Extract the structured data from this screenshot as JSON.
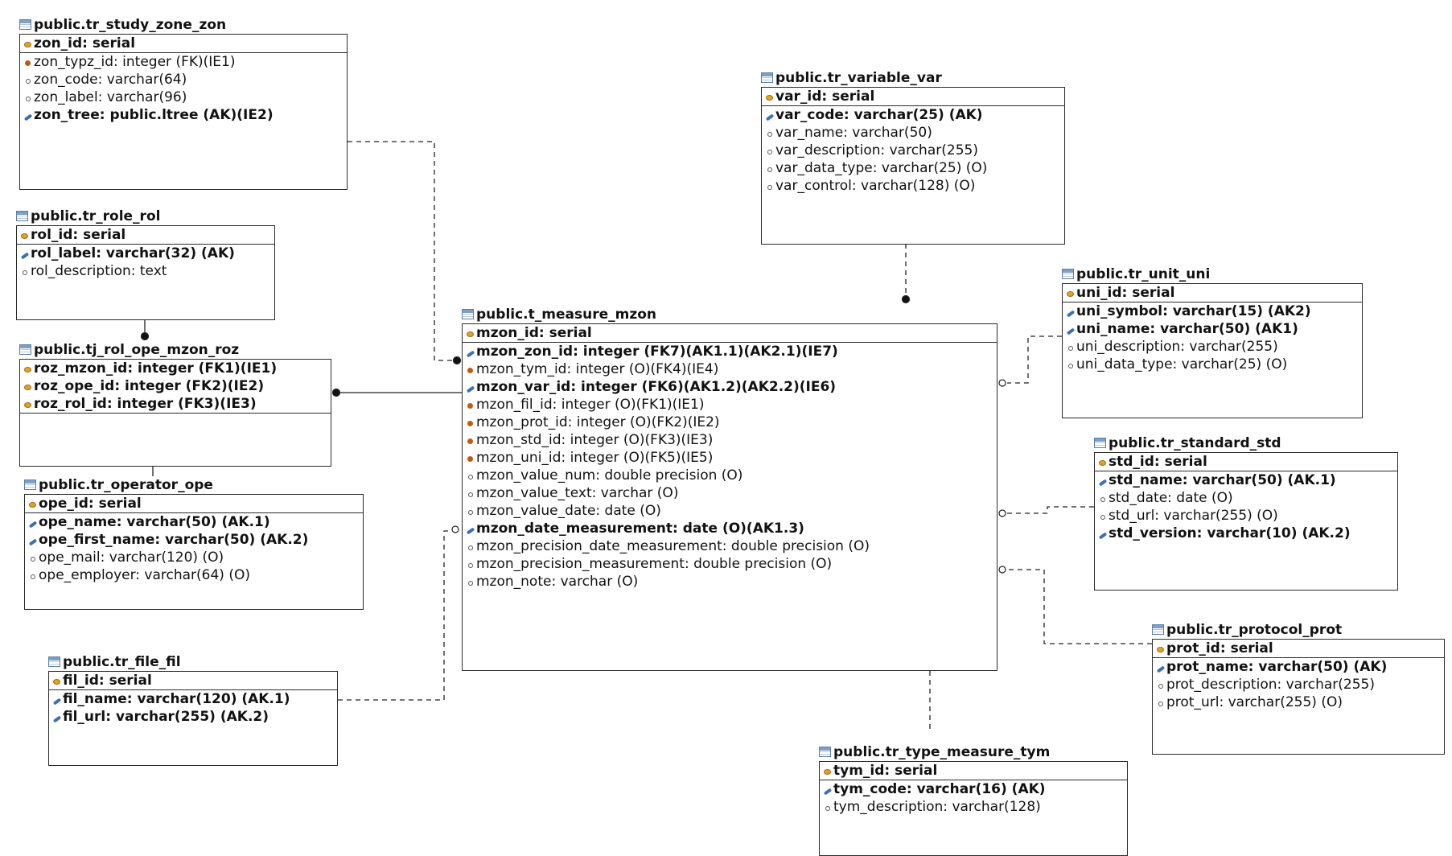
{
  "entities": [
    {
      "id": "zon",
      "title": "public.tr_study_zone_zon",
      "pk": "zon_id: serial",
      "columns": [
        {
          "text": "zon_typz_id: integer (FK)(IE1)",
          "marker": "fk",
          "bold": false
        },
        {
          "text": "zon_code: varchar(64)",
          "marker": "opt",
          "bold": false
        },
        {
          "text": "zon_label: varchar(96)",
          "marker": "opt",
          "bold": false
        },
        {
          "text": "zon_tree: public.ltree (AK)(IE2)",
          "marker": "ak",
          "bold": true
        }
      ]
    },
    {
      "id": "rol",
      "title": "public.tr_role_rol",
      "pk": "rol_id: serial",
      "columns": [
        {
          "text": "rol_label: varchar(32) (AK)",
          "marker": "ak",
          "bold": true
        },
        {
          "text": "rol_description: text",
          "marker": "opt",
          "bold": false
        }
      ]
    },
    {
      "id": "roz",
      "title": "public.tj_rol_ope_mzon_roz",
      "pk": "",
      "columns": [
        {
          "text": "roz_mzon_id: integer (FK1)(IE1)",
          "marker": "pkfk",
          "bold": true
        },
        {
          "text": "roz_ope_id: integer (FK2)(IE2)",
          "marker": "pkfk",
          "bold": true
        },
        {
          "text": "roz_rol_id: integer (FK3)(IE3)",
          "marker": "pkfk",
          "bold": true
        }
      ]
    },
    {
      "id": "ope",
      "title": "public.tr_operator_ope",
      "pk": "ope_id: serial",
      "columns": [
        {
          "text": "ope_name: varchar(50) (AK.1)",
          "marker": "ak",
          "bold": true
        },
        {
          "text": "ope_first_name: varchar(50) (AK.2)",
          "marker": "ak",
          "bold": true
        },
        {
          "text": "ope_mail: varchar(120) (O)",
          "marker": "opt",
          "bold": false
        },
        {
          "text": "ope_employer: varchar(64) (O)",
          "marker": "opt",
          "bold": false
        }
      ]
    },
    {
      "id": "fil",
      "title": "public.tr_file_fil",
      "pk": "fil_id: serial",
      "columns": [
        {
          "text": "fil_name: varchar(120) (AK.1)",
          "marker": "ak",
          "bold": true
        },
        {
          "text": "fil_url: varchar(255) (AK.2)",
          "marker": "ak",
          "bold": true
        }
      ]
    },
    {
      "id": "mzon",
      "title": "public.t_measure_mzon",
      "pk": "mzon_id: serial",
      "columns": [
        {
          "text": "mzon_zon_id: integer (FK7)(AK1.1)(AK2.1)(IE7)",
          "marker": "akfk",
          "bold": true
        },
        {
          "text": "mzon_tym_id: integer (O)(FK4)(IE4)",
          "marker": "fk",
          "bold": false
        },
        {
          "text": "mzon_var_id: integer (FK6)(AK1.2)(AK2.2)(IE6)",
          "marker": "akfk",
          "bold": true
        },
        {
          "text": "mzon_fil_id: integer (O)(FK1)(IE1)",
          "marker": "fk",
          "bold": false
        },
        {
          "text": "mzon_prot_id: integer (O)(FK2)(IE2)",
          "marker": "fk",
          "bold": false
        },
        {
          "text": "mzon_std_id: integer (O)(FK3)(IE3)",
          "marker": "fk",
          "bold": false
        },
        {
          "text": "mzon_uni_id: integer (O)(FK5)(IE5)",
          "marker": "fk",
          "bold": false
        },
        {
          "text": "mzon_value_num: double precision (O)",
          "marker": "opt",
          "bold": false
        },
        {
          "text": "mzon_value_text: varchar (O)",
          "marker": "opt",
          "bold": false
        },
        {
          "text": "mzon_value_date: date (O)",
          "marker": "opt",
          "bold": false
        },
        {
          "text": "mzon_date_measurement: date (O)(AK1.3)",
          "marker": "ak",
          "bold": true
        },
        {
          "text": "mzon_precision_date_measurement: double precision (O)",
          "marker": "opt",
          "bold": false
        },
        {
          "text": "mzon_precision_measurement: double precision (O)",
          "marker": "opt",
          "bold": false
        },
        {
          "text": "mzon_note: varchar (O)",
          "marker": "opt",
          "bold": false
        }
      ]
    },
    {
      "id": "var",
      "title": "public.tr_variable_var",
      "pk": "var_id: serial",
      "columns": [
        {
          "text": "var_code: varchar(25) (AK)",
          "marker": "ak",
          "bold": true
        },
        {
          "text": "var_name: varchar(50)",
          "marker": "opt",
          "bold": false
        },
        {
          "text": "var_description: varchar(255)",
          "marker": "opt",
          "bold": false
        },
        {
          "text": "var_data_type: varchar(25) (O)",
          "marker": "opt",
          "bold": false
        },
        {
          "text": "var_control: varchar(128) (O)",
          "marker": "opt",
          "bold": false
        }
      ]
    },
    {
      "id": "uni",
      "title": "public.tr_unit_uni",
      "pk": "uni_id: serial",
      "columns": [
        {
          "text": "uni_symbol: varchar(15) (AK2)",
          "marker": "ak",
          "bold": true
        },
        {
          "text": "uni_name: varchar(50) (AK1)",
          "marker": "ak",
          "bold": true
        },
        {
          "text": "uni_description: varchar(255)",
          "marker": "opt",
          "bold": false
        },
        {
          "text": "uni_data_type: varchar(25) (O)",
          "marker": "opt",
          "bold": false
        }
      ]
    },
    {
      "id": "std",
      "title": "public.tr_standard_std",
      "pk": "std_id: serial",
      "columns": [
        {
          "text": "std_name: varchar(50) (AK.1)",
          "marker": "ak",
          "bold": true
        },
        {
          "text": "std_date: date (O)",
          "marker": "opt",
          "bold": false
        },
        {
          "text": "std_url: varchar(255) (O)",
          "marker": "opt",
          "bold": false
        },
        {
          "text": "std_version: varchar(10) (AK.2)",
          "marker": "ak",
          "bold": true
        }
      ]
    },
    {
      "id": "prot",
      "title": "public.tr_protocol_prot",
      "pk": "prot_id: serial",
      "columns": [
        {
          "text": "prot_name: varchar(50) (AK)",
          "marker": "ak",
          "bold": true
        },
        {
          "text": "prot_description: varchar(255)",
          "marker": "opt",
          "bold": false
        },
        {
          "text": "prot_url: varchar(255) (O)",
          "marker": "opt",
          "bold": false
        }
      ]
    },
    {
      "id": "tym",
      "title": "public.tr_type_measure_tym",
      "pk": "tym_id: serial",
      "columns": [
        {
          "text": "tym_code: varchar(16) (AK)",
          "marker": "ak",
          "bold": true
        },
        {
          "text": "tym_description: varchar(128)",
          "marker": "opt",
          "bold": false
        }
      ]
    }
  ],
  "relationships": [
    {
      "from": "zon",
      "to": "mzon",
      "style": "dashed",
      "end": "filled"
    },
    {
      "from": "rol",
      "to": "roz",
      "style": "solid",
      "end": "filled"
    },
    {
      "from": "ope",
      "to": "roz",
      "style": "solid",
      "end": "filled"
    },
    {
      "from": "mzon",
      "to": "roz",
      "style": "solid",
      "end": "filled"
    },
    {
      "from": "fil",
      "to": "mzon",
      "style": "dashed",
      "end": "hollow"
    },
    {
      "from": "var",
      "to": "mzon",
      "style": "dashed",
      "end": "filled"
    },
    {
      "from": "uni",
      "to": "mzon",
      "style": "dashed",
      "end": "hollow"
    },
    {
      "from": "std",
      "to": "mzon",
      "style": "dashed",
      "end": "hollow"
    },
    {
      "from": "prot",
      "to": "mzon",
      "style": "dashed",
      "end": "hollow"
    },
    {
      "from": "tym",
      "to": "mzon",
      "style": "dashed",
      "end": "hollow"
    }
  ]
}
